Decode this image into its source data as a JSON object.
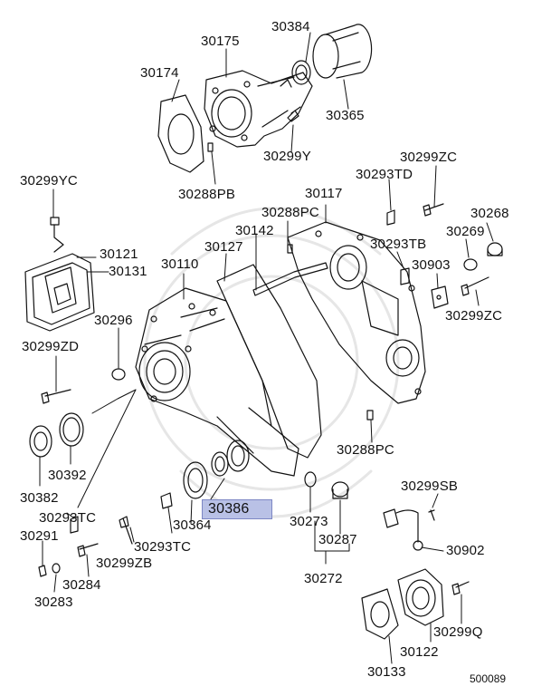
{
  "diagram": {
    "figure_code": "500089",
    "highlight_color": "#b9c1e6",
    "labels": {
      "p30175": "30175",
      "p30384": "30384",
      "p30174": "30174",
      "p30365": "30365",
      "p30299Y": "30299Y",
      "p30288PB": "30288PB",
      "p30299YC": "30299YC",
      "p30299ZC_top": "30299ZC",
      "p30293TD": "30293TD",
      "p30117": "30117",
      "p30288PC_top": "30288PC",
      "p30268": "30268",
      "p30142": "30142",
      "p30269": "30269",
      "p30121": "30121",
      "p30127": "30127",
      "p30293TB": "30293TB",
      "p30131": "30131",
      "p30110": "30110",
      "p30903": "30903",
      "p30296": "30296",
      "p30299ZC_right": "30299ZC",
      "p30299ZD": "30299ZD",
      "p30288PC_right": "30288PC",
      "p30392": "30392",
      "p30382": "30382",
      "p30299SB": "30299SB",
      "p30386": "30386",
      "p30364": "30364",
      "p30273": "30273",
      "p30293TC_left": "30293TC",
      "p30287": "30287",
      "p30291": "30291",
      "p30293TC_mid": "30293TC",
      "p30902": "30902",
      "p30299ZB": "30299ZB",
      "p30272": "30272",
      "p30284": "30284",
      "p30283": "30283",
      "p30299Q": "30299Q",
      "p30122": "30122",
      "p30133": "30133"
    }
  }
}
